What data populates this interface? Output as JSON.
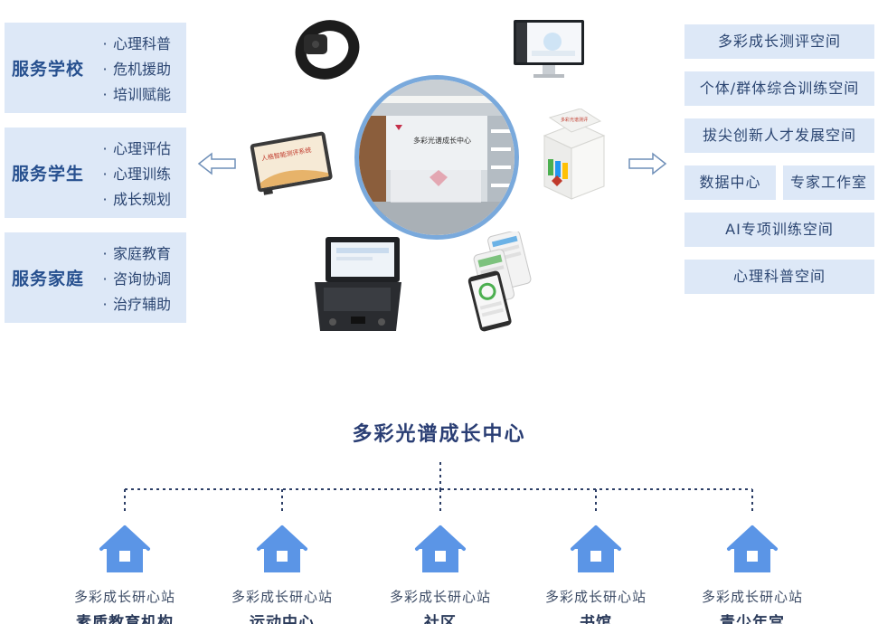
{
  "services": [
    {
      "title": "服务学校",
      "items": [
        "心理科普",
        "危机援助",
        "培训赋能"
      ]
    },
    {
      "title": "服务学生",
      "items": [
        "心理评估",
        "心理训练",
        "成长规划"
      ]
    },
    {
      "title": "服务家庭",
      "items": [
        "家庭教育",
        "咨询协调",
        "治疗辅助"
      ]
    }
  ],
  "bullet": "·",
  "spaces": [
    "多彩成长测评空间",
    "个体/群体综合训练空间",
    "拔尖创新人才发展空间",
    "数据中心",
    "专家工作室",
    "AI专项训练空间",
    "心理科普空间"
  ],
  "center_photo": {
    "wall_text": "多彩光谱成长中心"
  },
  "devices": {
    "tablet_screen_text": "人格智能测评系统",
    "box_text": "多彩光谱测评"
  },
  "hub": {
    "title": "多彩光谱成长中心",
    "stations": [
      {
        "sub": "多彩成长研心站",
        "name": "素质教育机构"
      },
      {
        "sub": "多彩成长研心站",
        "name": "运动中心"
      },
      {
        "sub": "多彩成长研心站",
        "name": "社区"
      },
      {
        "sub": "多彩成长研心站",
        "name": "书馆"
      },
      {
        "sub": "多彩成长研心站",
        "name": "青少年宫"
      }
    ]
  },
  "colors": {
    "box_bg": "#dde8f7",
    "title_blue": "#27508f",
    "house_blue": "#5b95e6",
    "circle_border": "#79a9dc"
  }
}
